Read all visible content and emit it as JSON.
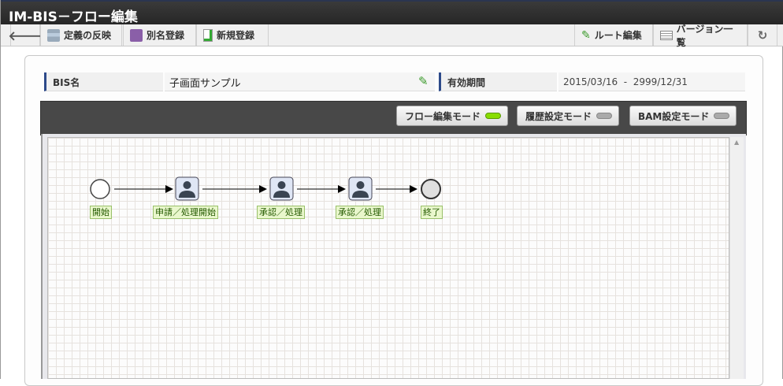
{
  "title": "IM-BIS－フロー編集",
  "toolbar": {
    "reflect": "定義の反映",
    "alias": "別名登録",
    "new": "新規登録",
    "route": "ルート編集",
    "versions": "バージョン一覧"
  },
  "info": {
    "bis_label": "BIS名",
    "bis_value": "子画面サンプル",
    "period_label": "有効期間",
    "period_value": "2015/03/16  -  2999/12/31"
  },
  "modes": [
    {
      "label": "フロー編集モード",
      "active": true
    },
    {
      "label": "履歴設定モード",
      "active": false
    },
    {
      "label": "BAM設定モード",
      "active": false
    }
  ],
  "flow": {
    "nodes": [
      {
        "type": "start",
        "label": "開始"
      },
      {
        "type": "task",
        "label": "申請／処理開始"
      },
      {
        "type": "task",
        "label": "承認／処理"
      },
      {
        "type": "task",
        "label": "承認／処理"
      },
      {
        "type": "end",
        "label": "終了"
      }
    ]
  }
}
